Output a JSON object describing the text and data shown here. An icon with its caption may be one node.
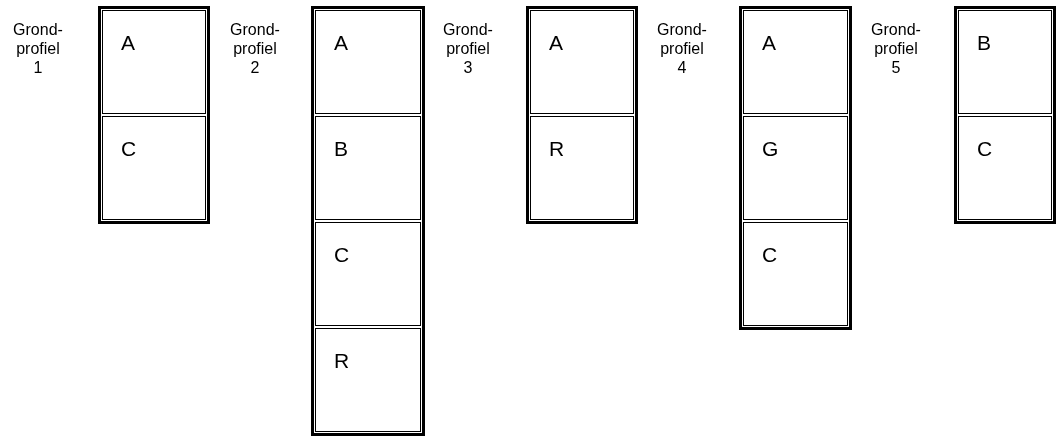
{
  "diagram": {
    "nodes": [
      {
        "text": [],
        "shape": "box",
        "beside": [
          "Grond- profiel 1"
        ]
      },
      {
        "text": [
          "A"
        ],
        "in": 0
      },
      {
        "text": [
          "C"
        ],
        "in": 0
      },
      {
        "text": [],
        "shape": "box",
        "beside": [
          "Grond- profiel 2"
        ]
      },
      {
        "text": [
          "A"
        ],
        "in": 3
      },
      {
        "text": [
          "B"
        ],
        "in": 3
      },
      {
        "text": [
          "C"
        ],
        "in": 3
      },
      {
        "text": [
          "R"
        ],
        "in": 3
      },
      {
        "text": [],
        "shape": "box",
        "beside": [
          "Grond- profiel 3"
        ]
      },
      {
        "text": [
          "A"
        ],
        "in": 8
      },
      {
        "text": [
          "R"
        ],
        "in": 8
      },
      {
        "text": [],
        "shape": "box",
        "beside": [
          "Grond- profiel 4"
        ]
      },
      {
        "text": [
          "A"
        ],
        "in": 11
      },
      {
        "text": [
          "G"
        ],
        "in": 11
      },
      {
        "text": [
          "C"
        ],
        "in": 11
      },
      {
        "text": [],
        "shape": "box",
        "beside": [
          "Grond- profiel 5"
        ]
      },
      {
        "text": [
          "B"
        ],
        "in": 15
      },
      {
        "text": [
          "C"
        ],
        "in": 15
      }
    ]
  }
}
